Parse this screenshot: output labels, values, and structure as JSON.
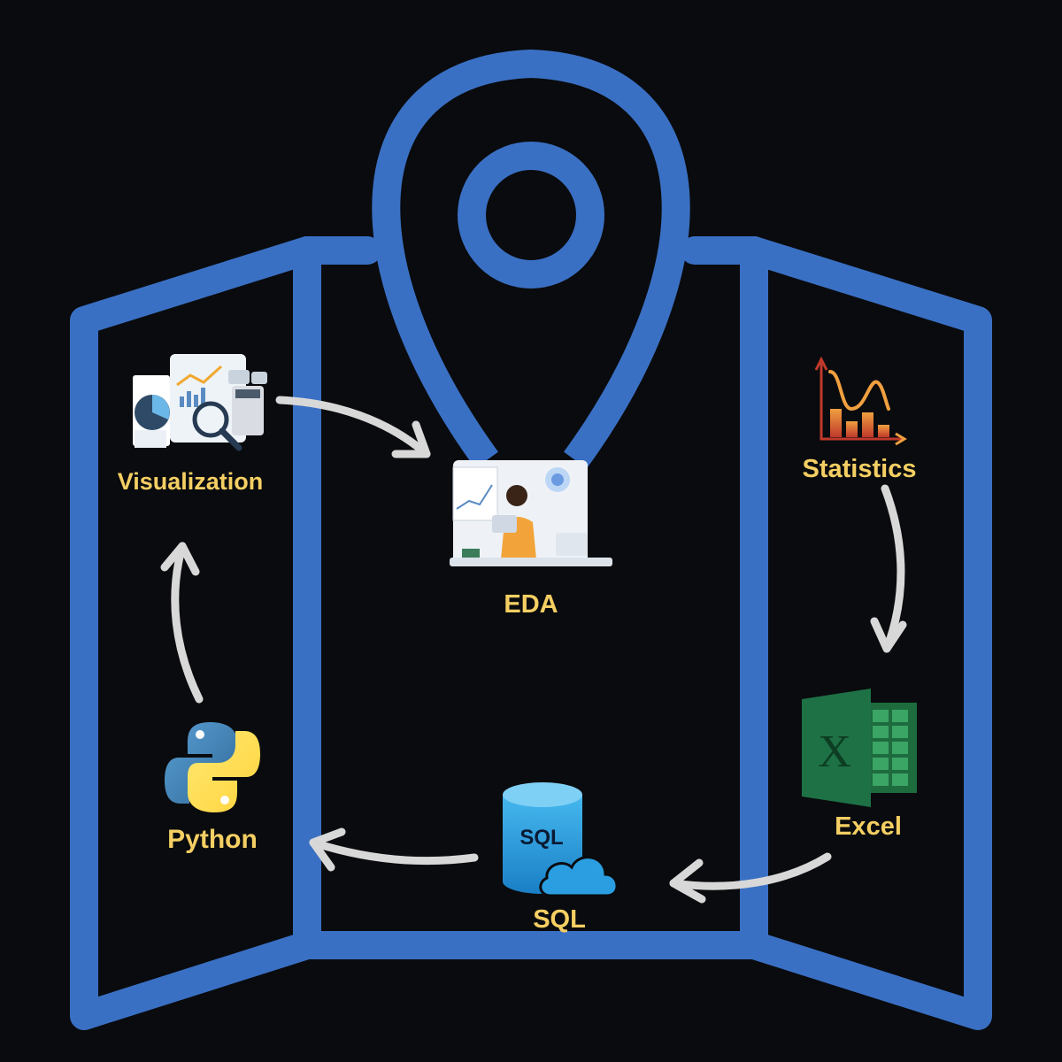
{
  "colors": {
    "background": "#0a0b0e",
    "map_outline": "#3a70c4",
    "label": "#f5cf63",
    "arrow": "#d8d8d8"
  },
  "nodes": {
    "visualization": {
      "label": "Visualization",
      "icon": "dashboard-magnifier-icon"
    },
    "eda": {
      "label": "EDA",
      "icon": "analyst-at-desk-icon"
    },
    "statistics": {
      "label": "Statistics",
      "icon": "statistics-chart-icon"
    },
    "excel": {
      "label": "Excel",
      "icon": "excel-logo-icon",
      "icon_letter": "X"
    },
    "sql": {
      "label": "SQL",
      "icon": "sql-database-cloud-icon",
      "icon_text": "SQL"
    },
    "python": {
      "label": "Python",
      "icon": "python-logo-icon"
    }
  },
  "flow": [
    [
      "statistics",
      "excel"
    ],
    [
      "excel",
      "sql"
    ],
    [
      "sql",
      "python"
    ],
    [
      "python",
      "visualization"
    ],
    [
      "visualization",
      "eda"
    ]
  ]
}
